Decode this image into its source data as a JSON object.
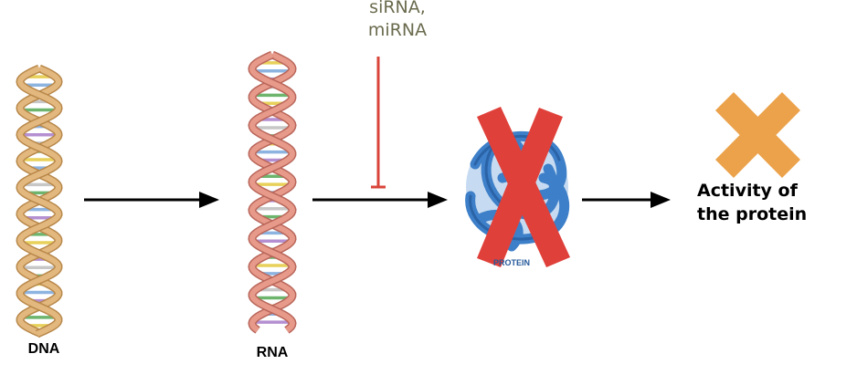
{
  "labels": {
    "dna": "DNA",
    "rna": "RNA",
    "inhibitor_line1": "siRNA,",
    "inhibitor_line2": "miRNA",
    "activity_line1": "Activity of",
    "activity_line2": "the protein",
    "protein": "PROTEIN"
  },
  "colors": {
    "background": "#ffffff",
    "arrow": "#000000",
    "inhibitor_line": "#d9453a",
    "inhibitor_text": "#6b6b4e",
    "dna_strand": "#e3b87f",
    "dna_strand_edge": "#b8884a",
    "rna_strand": "#e79a8a",
    "rna_strand_edge": "#b9665a",
    "protein": "#3d7fc8",
    "protein_dark": "#24589a",
    "red_cross": "#e0403a",
    "orange_cross": "#eba24b",
    "base_pair_colors": [
      "#6db56d",
      "#e8d15a",
      "#8db3e0",
      "#b48fd1",
      "#c7c7c7"
    ]
  },
  "icons": {
    "dna": "dna-helix-icon",
    "rna": "rna-helix-icon",
    "protein": "protein-blob-icon",
    "blocked": "red-cross-icon",
    "no_activity": "orange-cross-icon"
  }
}
